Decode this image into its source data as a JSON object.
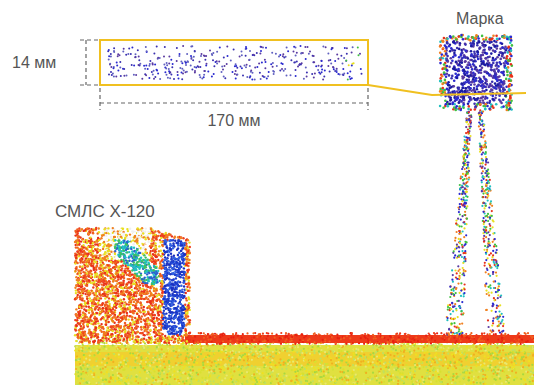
{
  "diagram": {
    "labels": [
      "14 мм",
      "170 мм",
      "Марка",
      "СМЛС X-120"
    ]
  }
}
